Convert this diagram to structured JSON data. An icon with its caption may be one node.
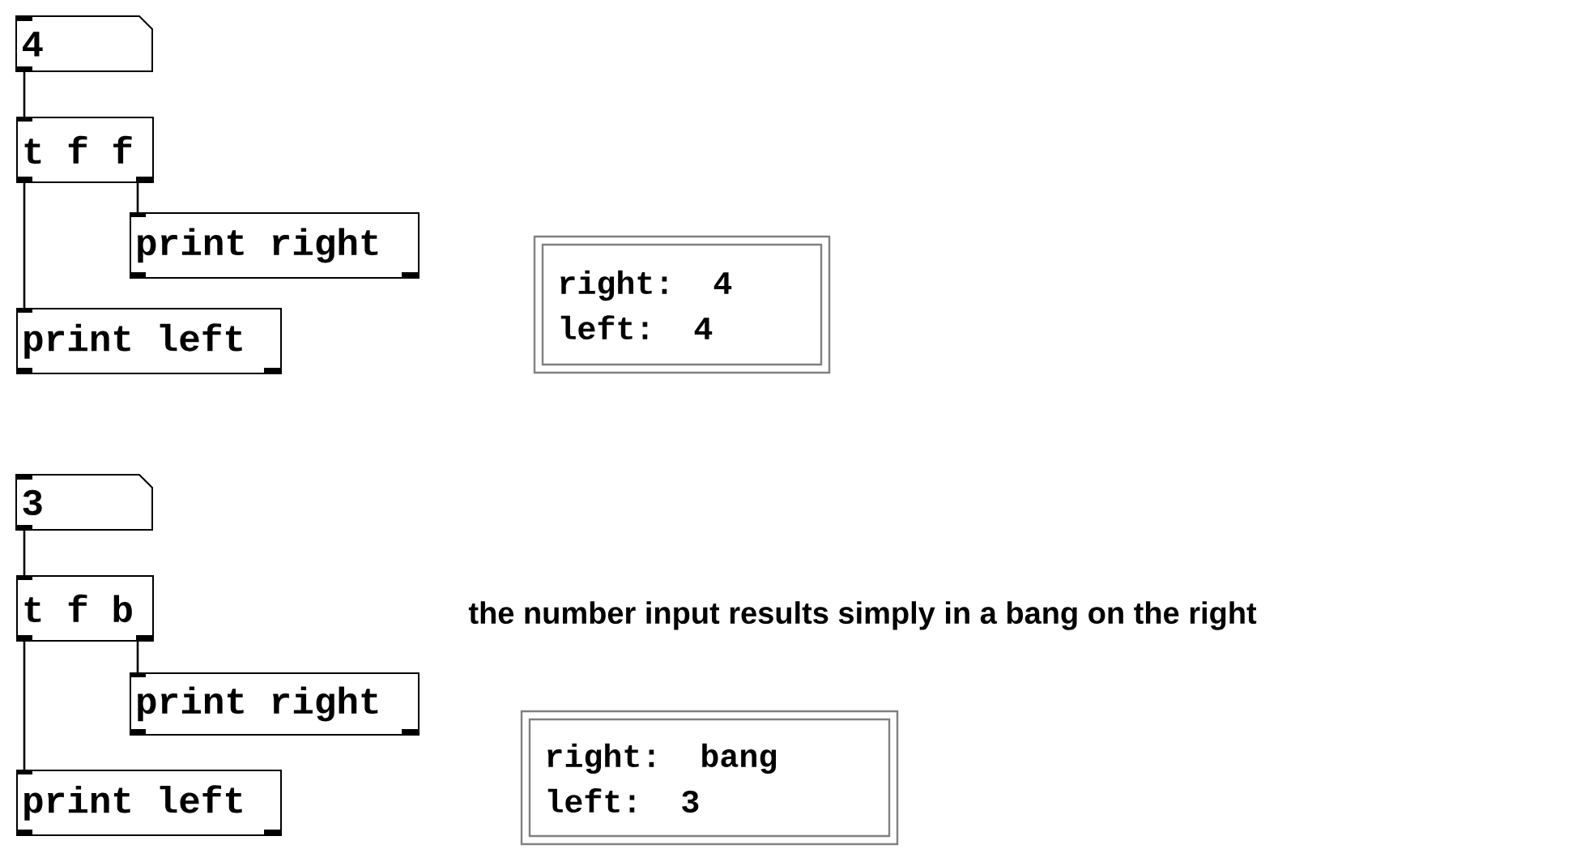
{
  "diagram": {
    "nodes": [
      {
        "text": [
          "4"
        ]
      },
      {
        "text": [
          "t f f"
        ]
      },
      {
        "text": [
          "print right"
        ]
      },
      {
        "text": [
          "print left"
        ]
      },
      {
        "text": [
          "right: 4",
          "left: 4"
        ]
      },
      {
        "text": [
          "3"
        ]
      },
      {
        "text": [
          "t f b"
        ]
      },
      {
        "text": [
          "print right"
        ]
      },
      {
        "text": [
          "print left"
        ]
      },
      {
        "text": [
          "right: bang",
          "left: 3"
        ]
      }
    ],
    "edges": [
      {
        "from": 0,
        "to": 1,
        "arrow": "none"
      },
      {
        "from": 1,
        "to": 3,
        "arrow": "none"
      },
      {
        "from": 1,
        "to": 2,
        "arrow": "none"
      },
      {
        "from": 5,
        "to": 6,
        "arrow": "none"
      },
      {
        "from": 6,
        "to": 8,
        "arrow": "none"
      },
      {
        "from": 6,
        "to": 7,
        "arrow": "none"
      }
    ],
    "labels": [
      "the number input results simply in a bang on the right"
    ]
  }
}
